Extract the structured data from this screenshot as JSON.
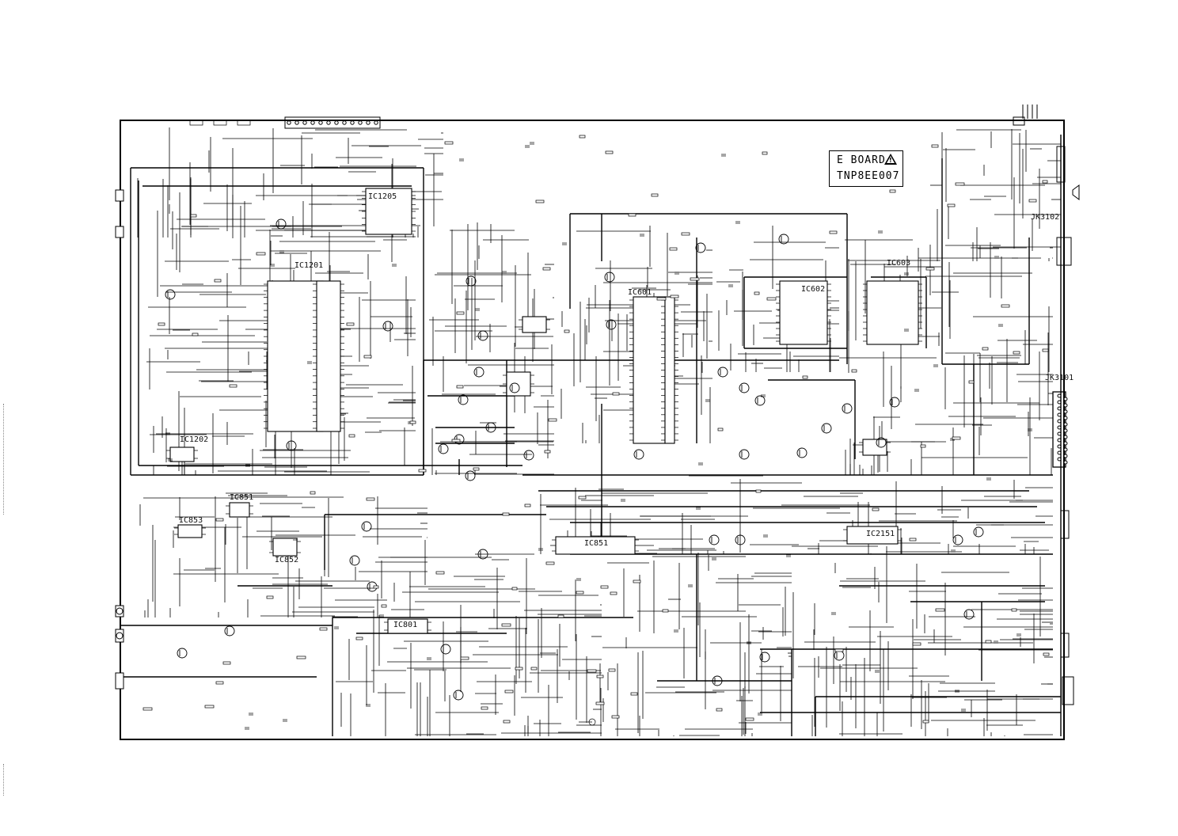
{
  "board": {
    "name": "E BOARD",
    "part_number": "TNP8EE007",
    "warning_symbol": "warning-triangle"
  },
  "components": {
    "ic1201": "IC1201",
    "ic1202": "IC1202",
    "ic1205": "IC1205",
    "ic851": "IC851",
    "ic852": "IC852",
    "ic853": "IC853",
    "ic801": "IC801",
    "ic601": "IC601",
    "ic602": "IC602",
    "ic603": "IC603",
    "ic851b": "IC851",
    "ic2151": "IC2151"
  },
  "connectors": {
    "jk3102": "JK3102",
    "jk3101": "JK3101"
  }
}
